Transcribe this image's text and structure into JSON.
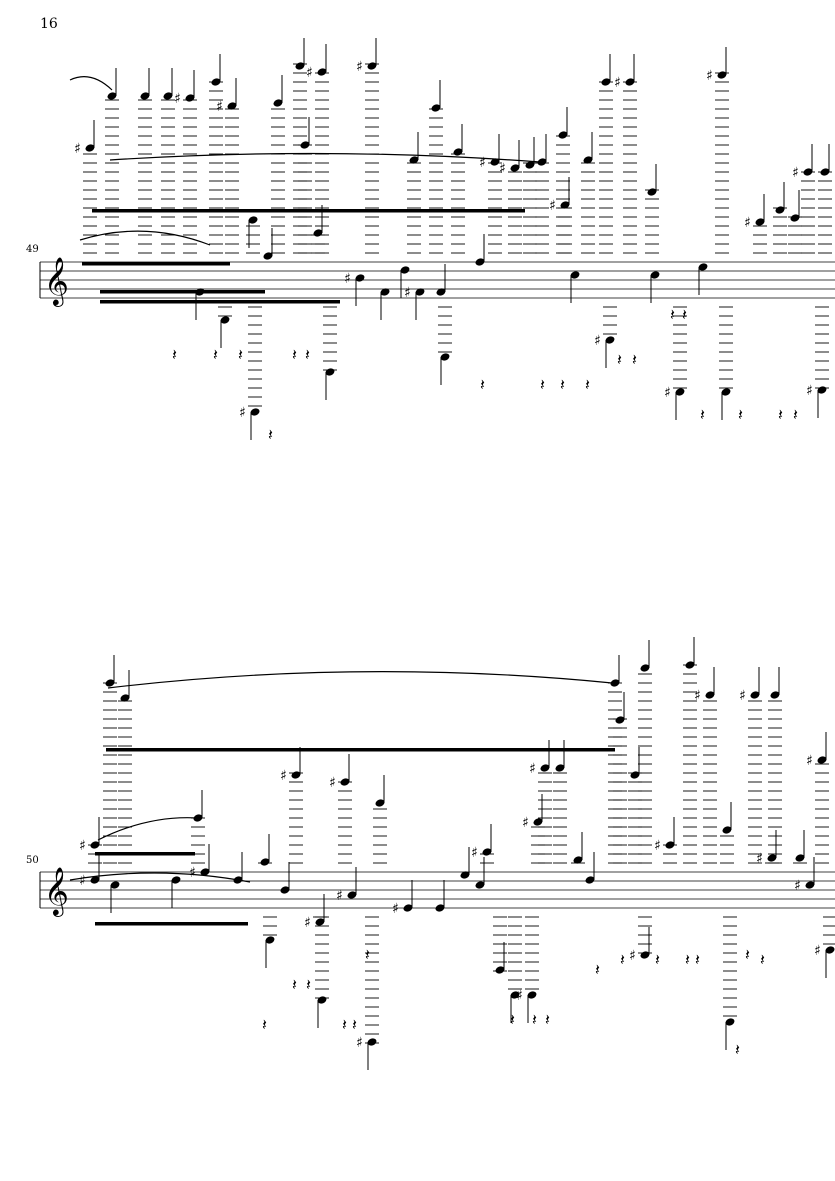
{
  "page": {
    "number": "16"
  },
  "systems": [
    {
      "measure_number": "49"
    },
    {
      "measure_number": "50"
    }
  ],
  "colors": {
    "ink": "#000000",
    "paper": "#ffffff"
  }
}
